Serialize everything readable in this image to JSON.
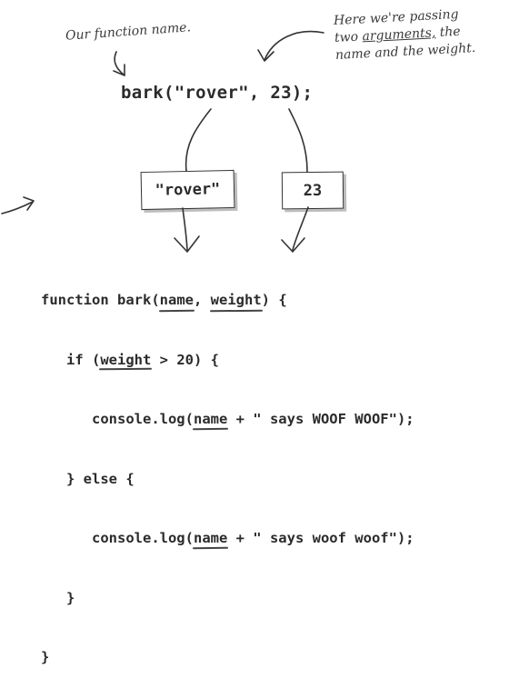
{
  "annotations": {
    "function_name": "Our function name.",
    "passing_line1_pre": "Here we're passing",
    "passing_line2_pre": "two ",
    "passing_line2_em": "arguments,",
    "passing_line2_post": " the",
    "passing_line3": "name and the weight."
  },
  "call": "bark(\"rover\", 23);",
  "boxes": {
    "first_arg": "\"rover\"",
    "second_arg": "23"
  },
  "code": {
    "line1_pre": "function bark(",
    "param1": "name",
    "line1_sep": ", ",
    "param2": "weight",
    "line1_post": ") {",
    "line2_pre": "   if (",
    "line2_var": "weight",
    "line2_post": " > 20) {",
    "line3_pre": "      console.log(",
    "line3_var": "name",
    "line3_post": " + \" says WOOF WOOF\");",
    "line4": "   } else {",
    "line5_pre": "      console.log(",
    "line5_var": "name",
    "line5_post": " + \" says woof woof\");",
    "line6": "   }",
    "line7": "}"
  }
}
